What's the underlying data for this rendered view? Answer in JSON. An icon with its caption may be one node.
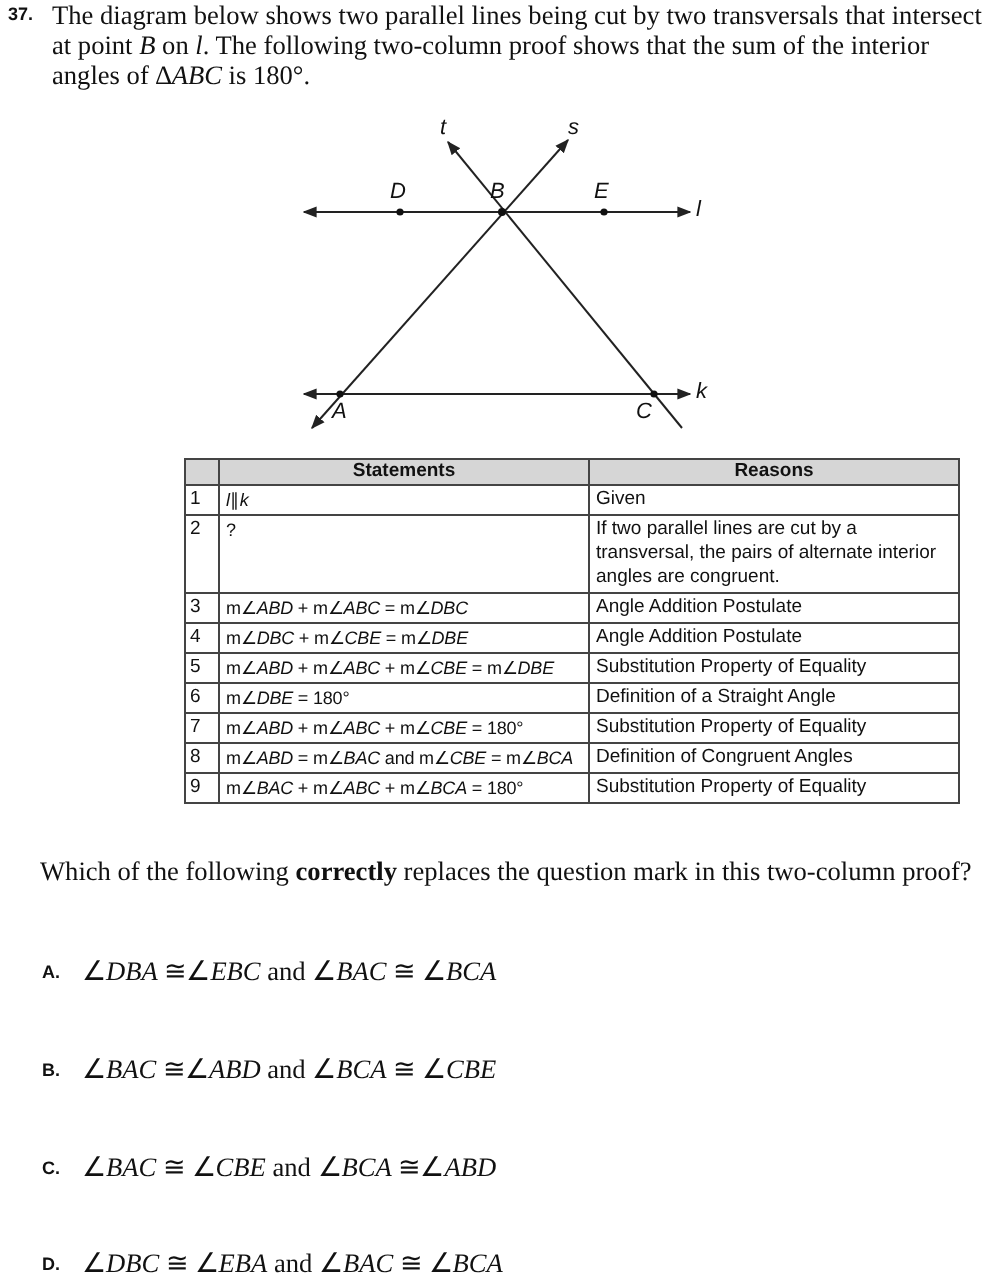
{
  "diagram": {
    "labels": [
      "37.",
      "The diagram below shows two parallel lines being cut by two transversals that intersect at point *B* on *l*. The following two-column proof shows that the sum of the interior angles of ∆*ABC* is 180°.",
      "t",
      "s",
      "D",
      "B",
      "E",
      "l",
      "A",
      "C",
      "k",
      "Statements",
      "Reasons",
      "1",
      "*l*∥*k*",
      "Given",
      "2",
      "?",
      "If two parallel lines are cut by a transversal, the pairs of alternate interior angles are congruent.",
      "3",
      "m∠*ABD* + m∠*ABC* = m∠*DBC*",
      "Angle Addition Postulate",
      "4",
      "m∠*DBC* + m∠*CBE* = m∠*DBE*",
      "Angle Addition Postulate",
      "5",
      "m∠*ABD* + m∠*ABC* + m∠*CBE* = m∠*DBE*",
      "Substitution Property of Equality",
      "6",
      "m∠*DBE* = 180°",
      "Definition of a Straight Angle",
      "7",
      "m∠*ABD* + m∠*ABC* + m∠*CBE* = 180°",
      "Substitution Property of Equality",
      "8",
      "m∠*ABD* = m∠*BAC* and m∠*CBE* = m∠*BCA*",
      "Definition of Congruent Angles",
      "9",
      "m∠*BAC* + m∠*ABC* + m∠*BCA* = 180°",
      "Substitution Property of Equality",
      "Which of the following **correctly** replaces the question mark in this two-column proof?",
      "A.",
      "∠*DBA* ≅∠*EBC* and ∠*BAC* ≅ ∠*BCA*",
      "B.",
      "∠*BAC* ≅∠*ABD* and ∠*BCA* ≅ ∠*CBE*",
      "C.",
      "∠*BAC* ≅ ∠*CBE* and ∠*BCA* ≅∠*ABD*",
      "D.",
      "∠*DBC* ≅ ∠*EBA* and ∠*BAC* ≅ ∠*BCA*"
    ]
  }
}
